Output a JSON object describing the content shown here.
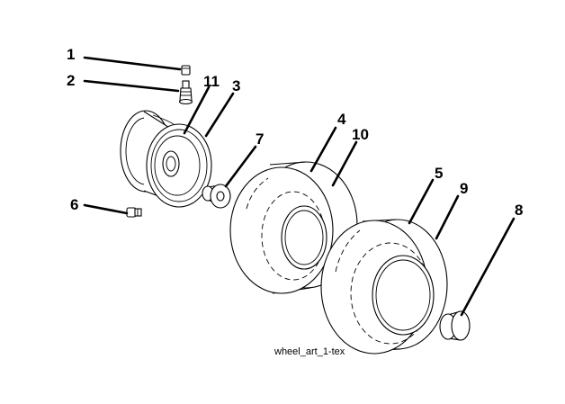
{
  "callouts": {
    "c1": "1",
    "c2": "2",
    "c3": "3",
    "c4": "4",
    "c5": "5",
    "c6": "6",
    "c7": "7",
    "c8": "8",
    "c9": "9",
    "c10": "10",
    "c11": "11"
  },
  "caption": "wheel_art_1-tex"
}
